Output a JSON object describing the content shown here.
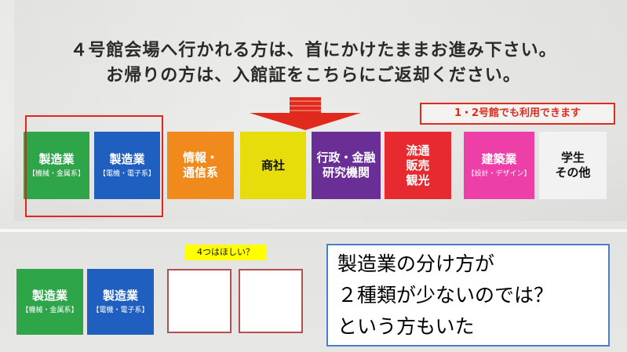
{
  "sign": {
    "line1": "４号館会場へ行かれる方は、首にかけたままお進み下さい。",
    "line2": "お帰りの方は、入館証をこちらにご返却ください。",
    "note": "1・2号館でも利用できます",
    "tiles": [
      {
        "label": "製造業",
        "sub": "【機械・金属系】",
        "color": "#2fa54a"
      },
      {
        "label": "製造業",
        "sub": "【電機・電子系】",
        "color": "#1f5fbf"
      },
      {
        "label": "情報・\n通信系",
        "sub": "",
        "color": "#f08a1c"
      },
      {
        "label": "商社",
        "sub": "",
        "color": "#e6dd0a"
      },
      {
        "label": "行政・金融\n研究機関",
        "sub": "",
        "color": "#6a2f96"
      },
      {
        "label": "流通\n販売\n観光",
        "sub": "",
        "color": "#e62a2f"
      },
      {
        "label": "建築業",
        "sub": "【設計・デザイン】",
        "color": "#ee3fa8"
      },
      {
        "label": "学生\nその他",
        "sub": "",
        "color": "#f2f2f2"
      }
    ]
  },
  "bottom": {
    "tiles": [
      {
        "label": "製造業",
        "sub": "【機械・金属系】",
        "color": "#2fa54a"
      },
      {
        "label": "製造業",
        "sub": "【電機・電子系】",
        "color": "#1f5fbf"
      }
    ],
    "yellow_label": "4つはほしい？",
    "comment_lines": [
      "製造業の分け方が",
      "２種類が少ないのでは？",
      "という方もいた"
    ]
  },
  "colors": {
    "highlight": "#e0261a",
    "arrow": "#e02a1e",
    "comment_border": "#4a7ec8"
  }
}
